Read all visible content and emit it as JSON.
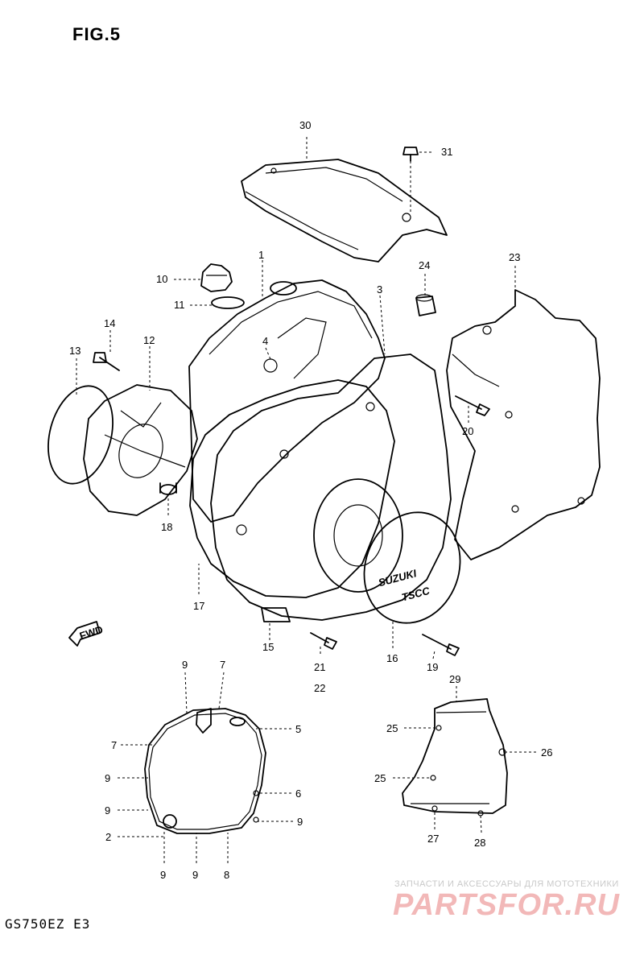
{
  "figure": {
    "title": "FIG.5",
    "model_code": "GS750EZ E3"
  },
  "cover_logo": {
    "brand_text": "SUZUKI",
    "sub_text": "TSCC"
  },
  "direction_arrow": {
    "text": "FWD"
  },
  "watermark": {
    "caption": "ЗАПЧАСТИ И АКСЕССУАРЫ ДЛЯ МОТОТЕХНИКИ",
    "logo_text": "PARTSFOR.RU"
  },
  "callouts": {
    "c30": "30",
    "c31": "31",
    "c1": "1",
    "c23": "23",
    "c24": "24",
    "c10": "10",
    "c11": "11",
    "c3": "3",
    "c14": "14",
    "c12": "12",
    "c13": "13",
    "c4": "4",
    "c20": "20",
    "c18": "18",
    "c17": "17",
    "c15": "15",
    "c21": "21",
    "c22": "22",
    "c16": "16",
    "c19": "19",
    "g9a": "9",
    "g7a": "7",
    "g5": "5",
    "g7b": "7",
    "g9b": "9",
    "g6": "6",
    "g9c": "9",
    "g9d": "9",
    "g2": "2",
    "g9e": "9",
    "g9f": "9",
    "g8": "8",
    "h29": "29",
    "h25a": "25",
    "h26": "26",
    "h25b": "25",
    "h27": "27",
    "h28": "28"
  }
}
